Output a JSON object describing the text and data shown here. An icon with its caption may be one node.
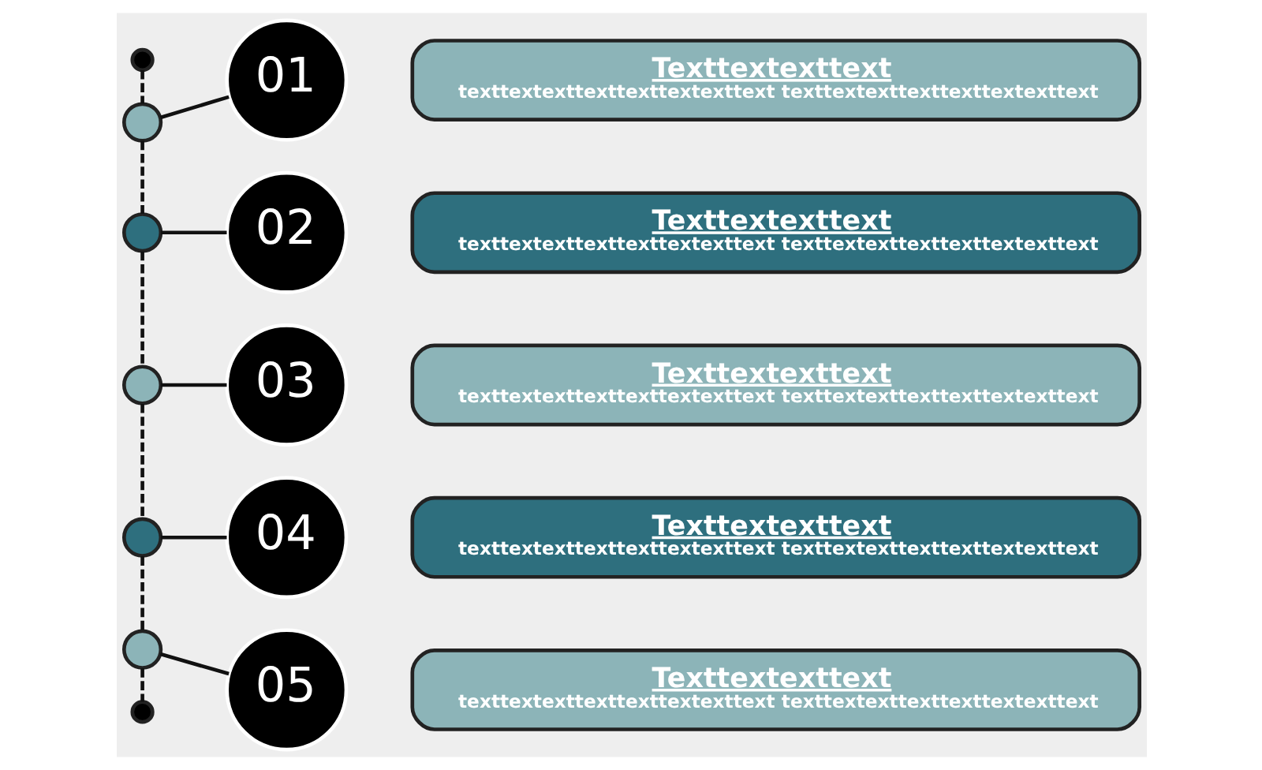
{
  "diagram": {
    "nodes": [
      {
        "text": [],
        "shape": "circle"
      },
      {
        "text": [],
        "shape": "circle"
      },
      {
        "text": [
          "01"
        ]
      },
      {
        "text": [
          "Texttextexttext",
          "texttextexttexttexttextexttext texttextexttexttexttextexttext"
        ]
      },
      {
        "text": [],
        "shape": "circle"
      },
      {
        "text": [
          "02"
        ]
      },
      {
        "text": [
          "Texttextexttext",
          "texttextexttexttexttextexttext texttextexttexttexttextexttext"
        ]
      },
      {
        "text": [],
        "shape": "circle"
      },
      {
        "text": [
          "03"
        ]
      },
      {
        "text": [
          "Texttextexttext",
          "texttextexttexttexttextexttext texttextexttexttexttextexttext"
        ]
      },
      {
        "text": [],
        "shape": "circle"
      },
      {
        "text": [
          "04"
        ]
      },
      {
        "text": [
          "Texttextexttext",
          "texttextexttexttexttextexttext texttextexttexttexttextexttext"
        ]
      },
      {
        "text": [],
        "shape": "circle"
      },
      {
        "text": [
          "05"
        ]
      },
      {
        "text": [
          "Texttextexttext",
          "texttextexttexttexttextexttext texttextexttexttexttextexttext"
        ]
      },
      {
        "text": [],
        "shape": "circle"
      }
    ],
    "edges": [
      {
        "from": 0,
        "to": 1,
        "arrow": "none",
        "style": "dashed"
      },
      {
        "from": 1,
        "to": 2,
        "arrow": "none"
      },
      {
        "from": 1,
        "to": 4,
        "arrow": "none",
        "style": "dashed"
      },
      {
        "from": 4,
        "to": 5,
        "arrow": "none"
      },
      {
        "from": 4,
        "to": 7,
        "arrow": "none",
        "style": "dashed"
      },
      {
        "from": 7,
        "to": 8,
        "arrow": "none"
      },
      {
        "from": 7,
        "to": 10,
        "arrow": "none",
        "style": "dashed"
      },
      {
        "from": 10,
        "to": 11,
        "arrow": "none"
      },
      {
        "from": 10,
        "to": 13,
        "arrow": "none",
        "style": "dashed"
      },
      {
        "from": 13,
        "to": 14,
        "arrow": "none"
      },
      {
        "from": 13,
        "to": 16,
        "arrow": "none",
        "style": "dashed"
      }
    ]
  }
}
